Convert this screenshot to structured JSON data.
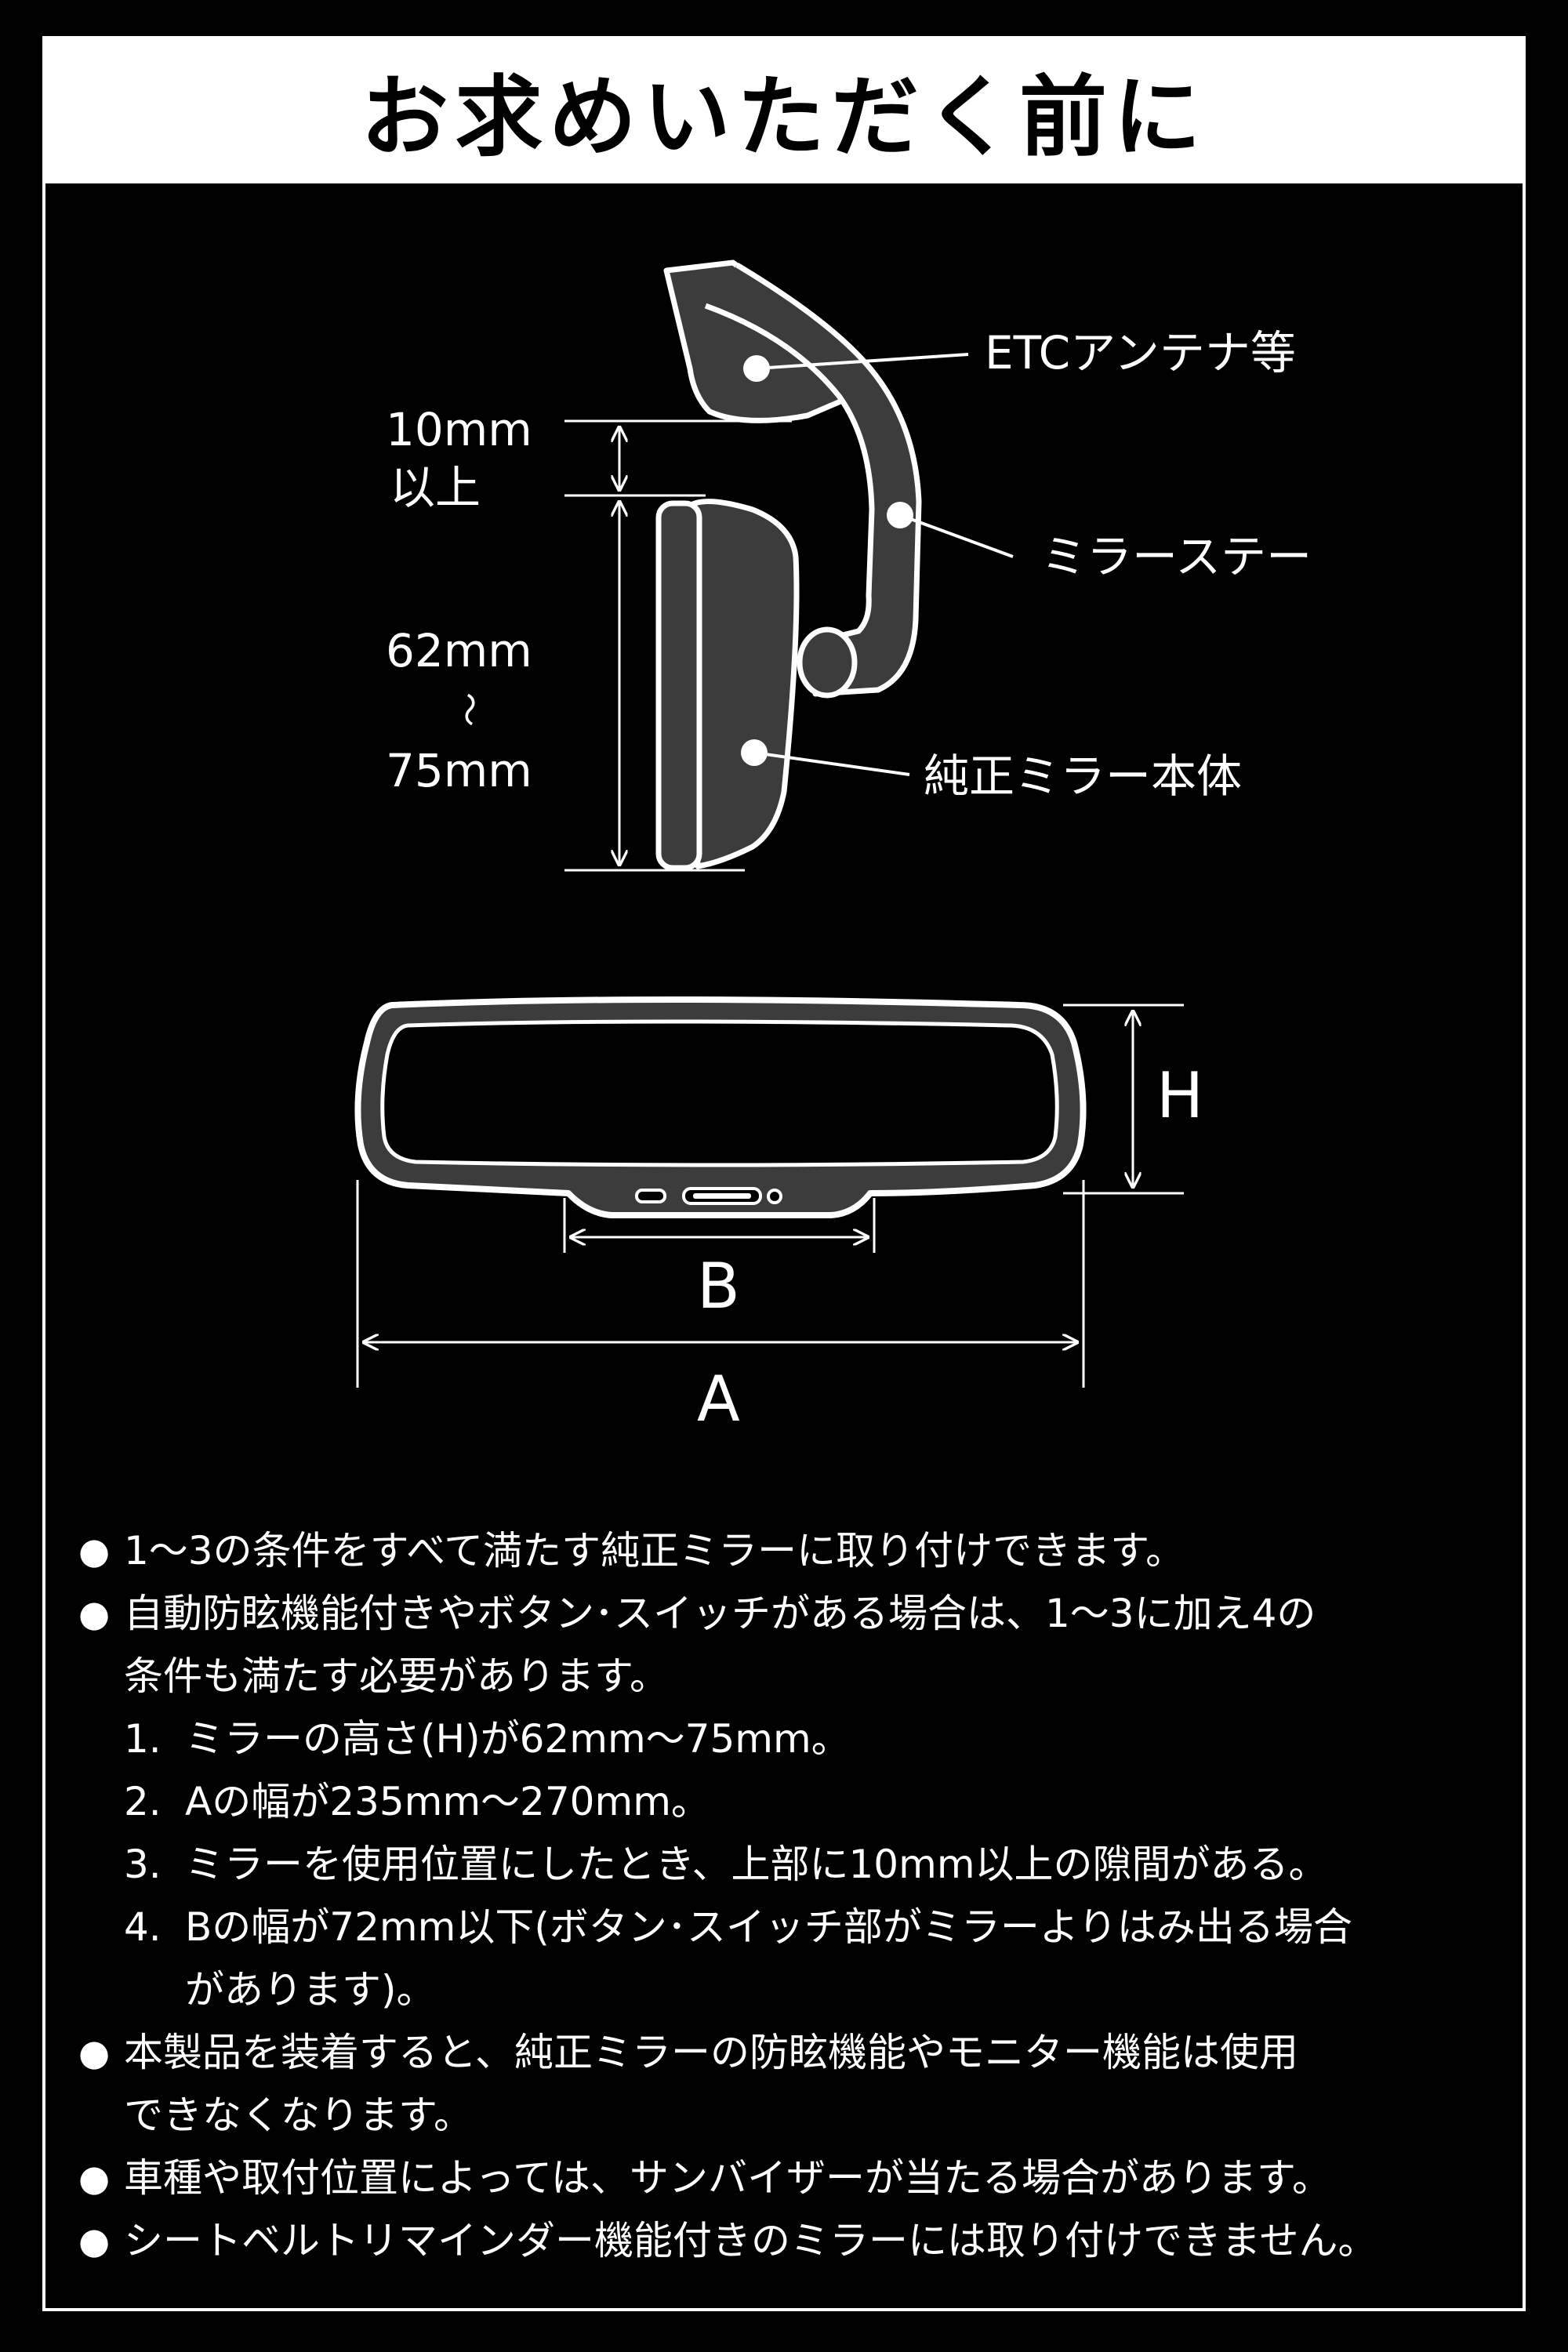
{
  "title": "お求めいただく前に",
  "labels": {
    "etc": "ETCアンテナ等",
    "stay": "ミラーステー",
    "body": "純正ミラー本体",
    "clear_value": "10mm",
    "clear_unit": "以上",
    "h_min": "62mm",
    "h_tilde": "～",
    "h_max": "75mm",
    "H": "H",
    "B": "B",
    "A": "A"
  },
  "notes": {
    "n1": "1～3の条件をすべて満たす純正ミラーに取り付けできます。",
    "n2": "自動防眩機能付きやボタン･スイッチがある場合は、1～3に加え4の",
    "n2b": "条件も満たす必要があります。",
    "c1_num": "1.",
    "c1": "ミラーの高さ(H)が62mm～75mm。",
    "c2_num": "2.",
    "c2": "Aの幅が235mm～270mm。",
    "c3_num": "3.",
    "c3": "ミラーを使用位置にしたとき、上部に10mm以上の隙間がある。",
    "c4_num": "4.",
    "c4": "Bの幅が72mm以下(ボタン･スイッチ部がミラーよりはみ出る場合",
    "c4b": "があります)。",
    "n3": "本製品を装着すると、純正ミラーの防眩機能やモニター機能は使用",
    "n3b": "できなくなります。",
    "n4": "車種や取付位置によっては、サンバイザーが当たる場合があります。",
    "n5": "シートベルトリマインダー機能付きのミラーには取り付けできません。",
    "bullet": "●"
  }
}
